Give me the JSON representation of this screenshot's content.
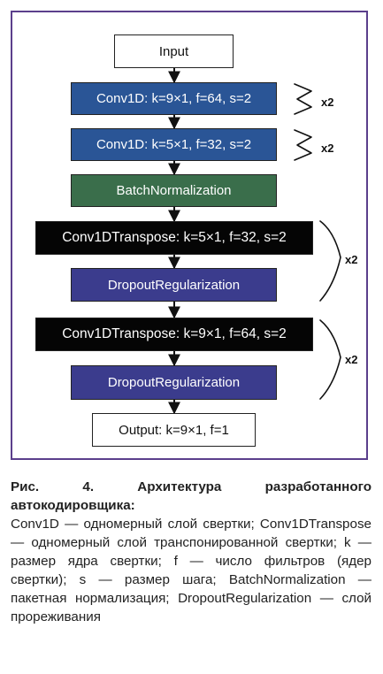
{
  "diagram": {
    "nodes": {
      "input": "Input",
      "conv1": "Conv1D: k=9×1, f=64, s=2",
      "conv2": "Conv1D: k=5×1, f=32, s=2",
      "batchnorm": "BatchNormalization",
      "convt1": "Conv1DTranspose: k=5×1, f=32, s=2",
      "dropout1": "DropoutRegularization",
      "convt2": "Conv1DTranspose: k=9×1, f=64, s=2",
      "dropout2": "DropoutRegularization",
      "output": "Output: k=9×1, f=1"
    },
    "repeats": {
      "conv1": "x2",
      "conv2": "x2",
      "block1": "x2",
      "block2": "x2"
    },
    "colors": {
      "frame": "#5b3f8c",
      "conv": "#2a5596",
      "batchnorm": "#3a6e4b",
      "transpose": "#050505",
      "dropout": "#3b3c8d"
    }
  },
  "caption": {
    "title": "Рис. 4. Архитектура разработанного автокодировщика:",
    "body": "Conv1D — одномерный слой свертки; Conv1DTranspose — одномерный слой транспонированной свертки; k — размер ядра свертки; f — число фильтров (ядер свертки); s — размер шага; BatchNormalization — пакетная нормализация; DropoutRegularization — слой прореживания"
  }
}
